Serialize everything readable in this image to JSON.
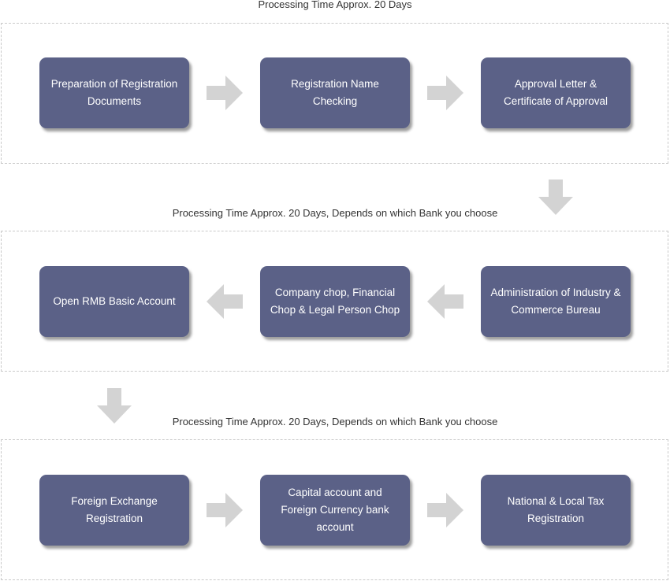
{
  "captions": [
    "Processing Time Approx. 20 Days",
    "Processing Time Approx. 20 Days, Depends on which Bank you choose",
    "Processing Time Approx. 20 Days, Depends on which Bank you choose"
  ],
  "rows": [
    {
      "steps": [
        "Preparation of Registration\nDocuments",
        "Registration Name\nChecking",
        "Approval Letter &\nCertificate of Approval"
      ]
    },
    {
      "steps": [
        "Open RMB Basic Account",
        "Company chop, Financial\nChop & Legal Person Chop",
        "Administration of Industry &\nCommerce Bureau"
      ]
    },
    {
      "steps": [
        "Foreign Exchange\nRegistration",
        "Capital account and\nForeign Currency bank\naccount",
        "National & Local Tax\nRegistration"
      ]
    }
  ],
  "colors": {
    "box_fill": "#5b6187",
    "box_text": "#ffffff",
    "arrow": "#d3d3d3",
    "panel_border": "#c9c9c9"
  }
}
